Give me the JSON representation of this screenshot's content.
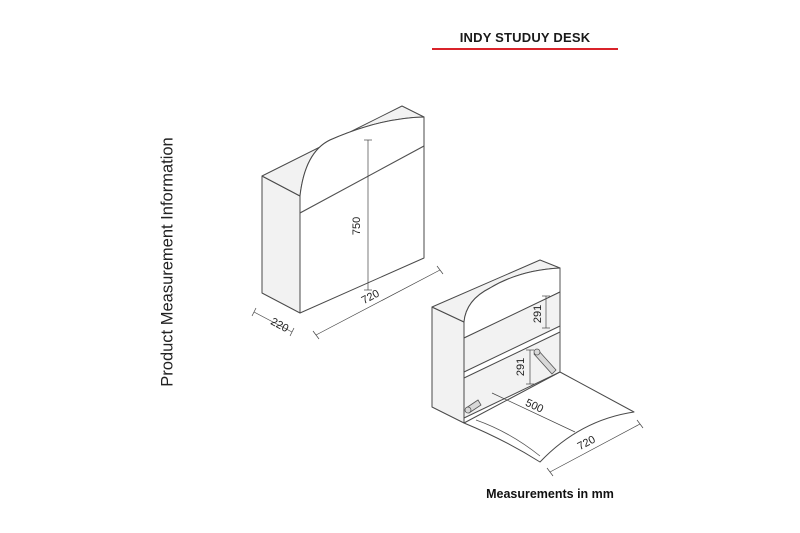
{
  "title": {
    "text": "INDY STUDUY DESK",
    "underline_color": "#d9232a"
  },
  "side_caption": "Product Measurement Information",
  "units_note": "Measurements in mm",
  "closed_view": {
    "height_label": "750",
    "width_label": "720",
    "depth_label": "220"
  },
  "open_view": {
    "upper_shelf_label": "291",
    "lower_shelf_label": "291",
    "flap_depth_label": "500",
    "flap_width_label": "720"
  }
}
